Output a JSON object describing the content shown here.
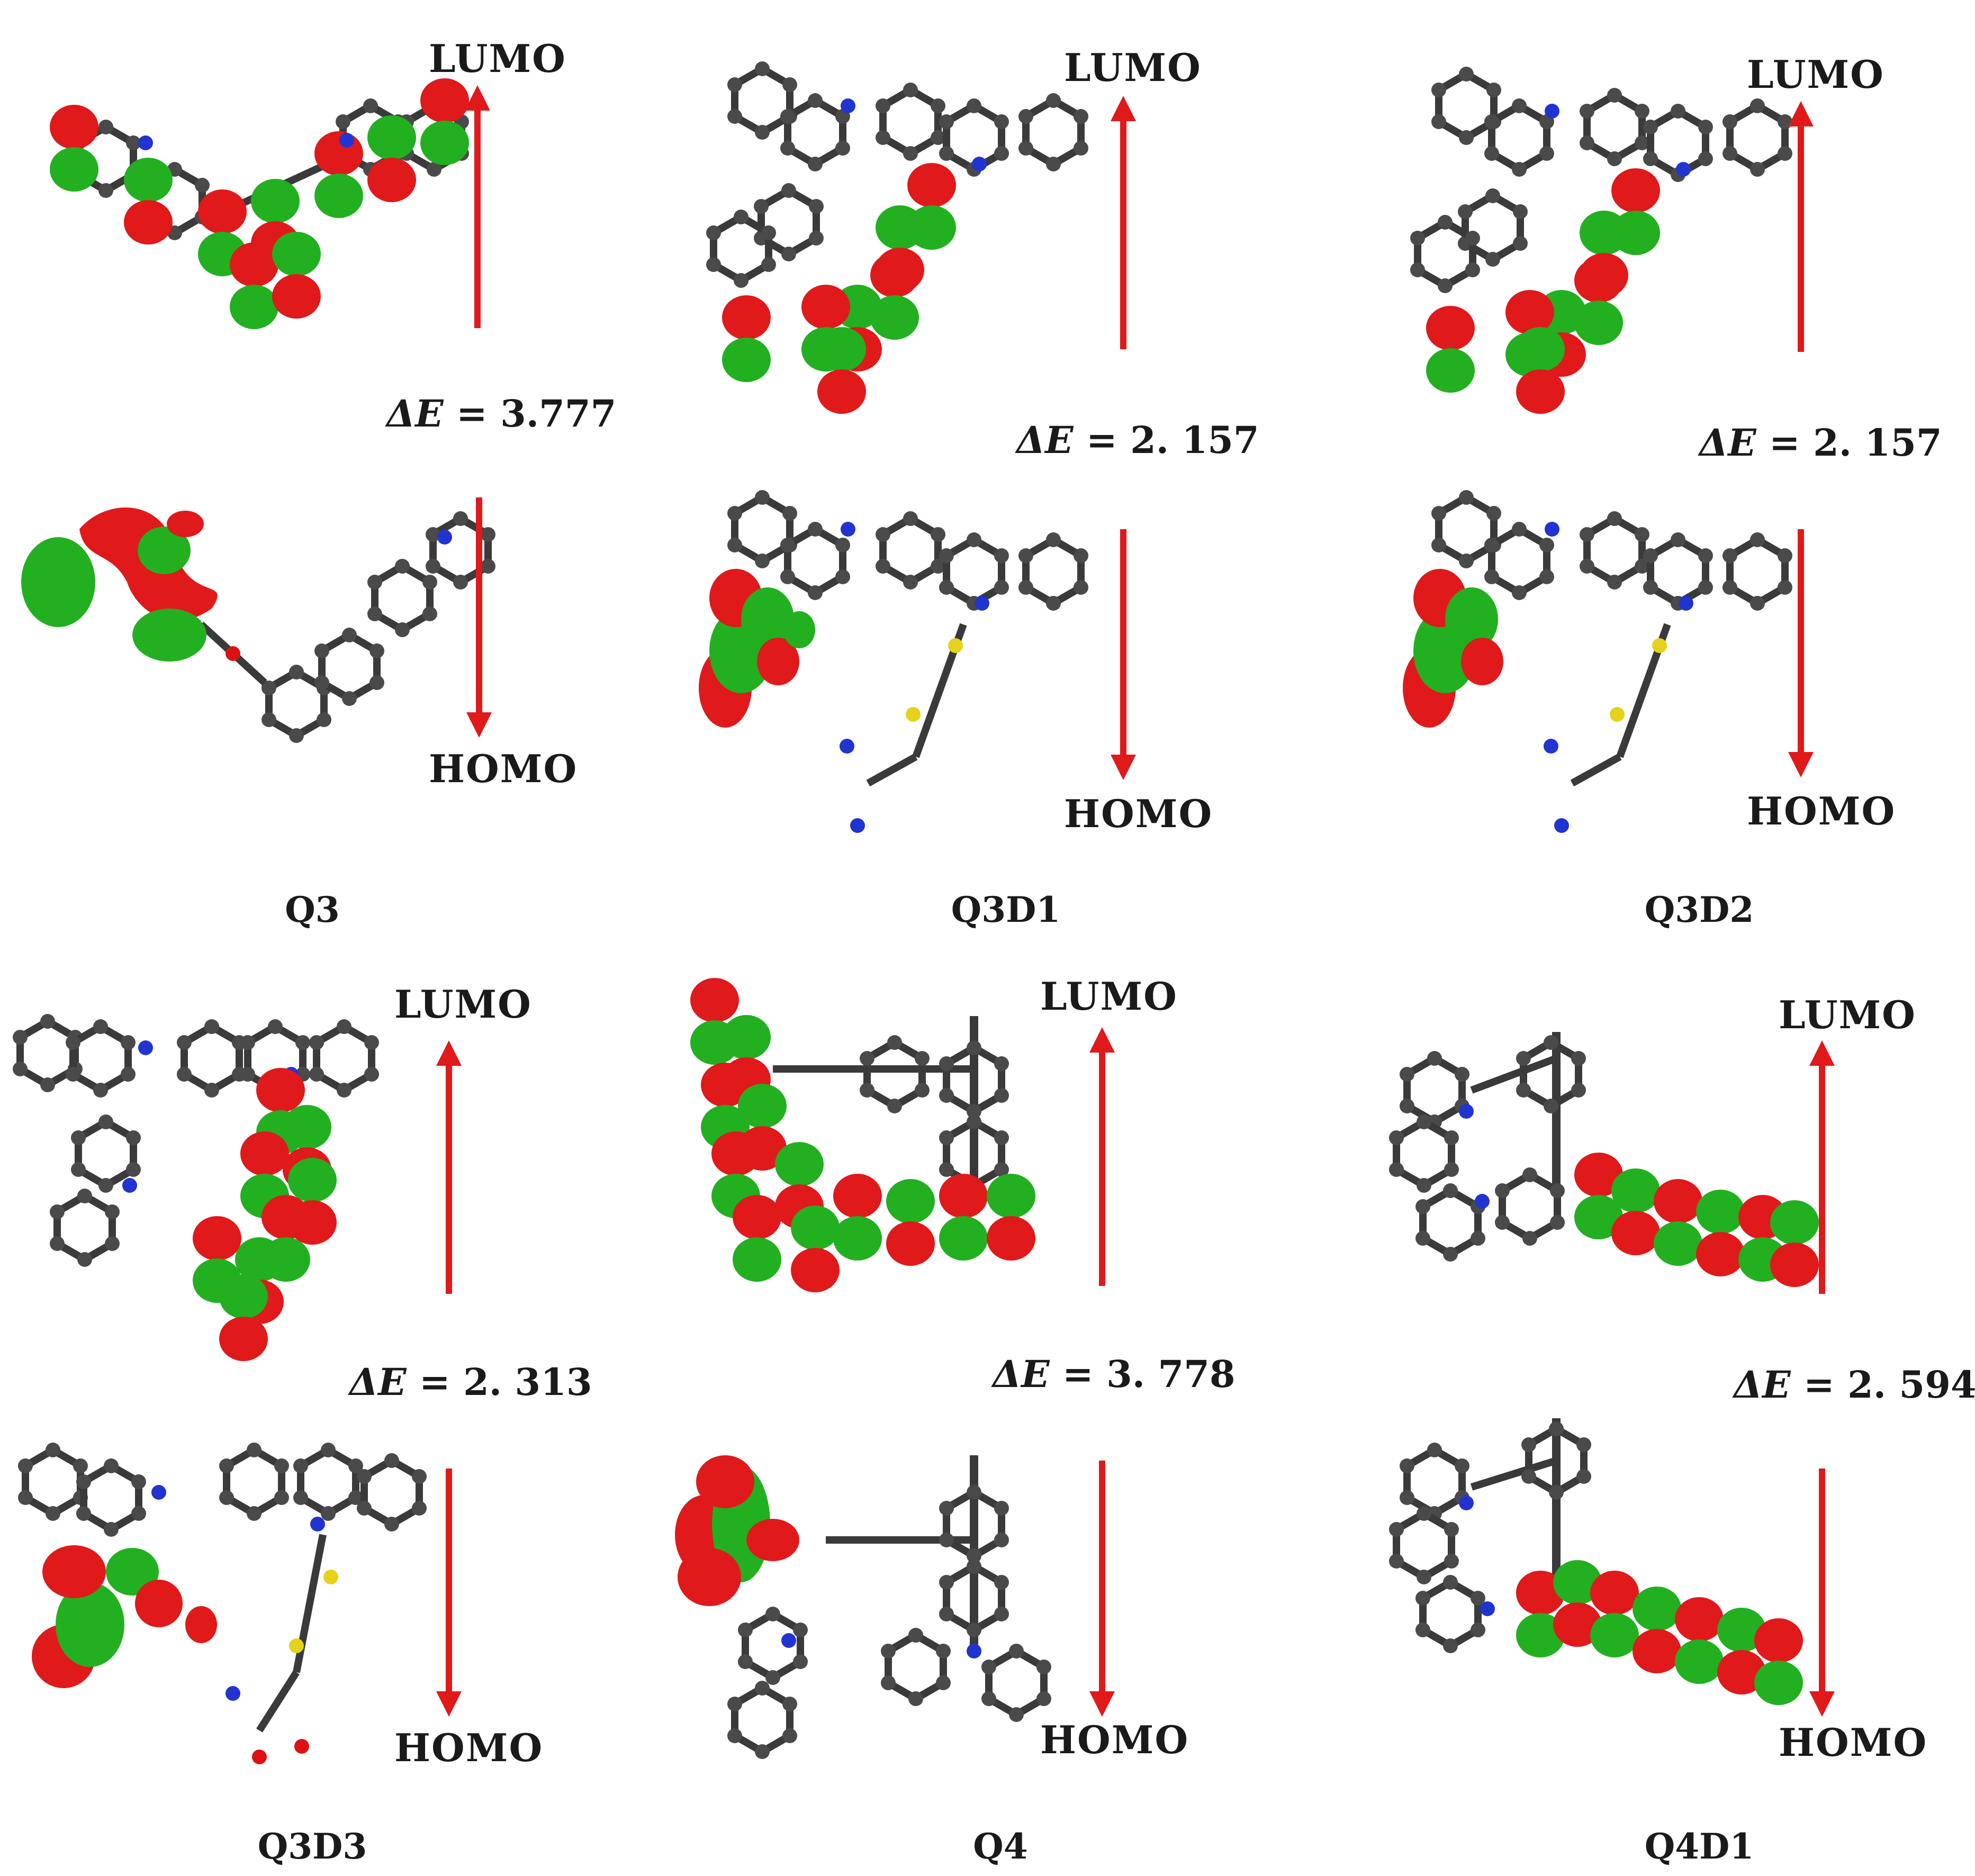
{
  "colors": {
    "arrow": "#e0191b",
    "lobe_red": "#e0191b",
    "lobe_green": "#22b020",
    "carbon": "#4a4a4a",
    "nitrogen": "#2234d0",
    "sulfur": "#e6d21a",
    "oxygen": "#dd1111",
    "hydrogen": "#e0e0e0"
  },
  "panels": [
    {
      "name": "Q3",
      "lumo": "LUMO",
      "homo": "HOMO",
      "gap_prefix": "ΔE",
      "gap_eq": "=",
      "gap_value": "3.777",
      "caption": "Q3"
    },
    {
      "name": "Q3D1",
      "lumo": "LUMO",
      "homo": "HOMO",
      "gap_prefix": "ΔE",
      "gap_eq": "=",
      "gap_value": "2. 157",
      "caption": "Q3D1"
    },
    {
      "name": "Q3D2",
      "lumo": "LUMO",
      "homo": "HOMO",
      "gap_prefix": "ΔE",
      "gap_eq": "=",
      "gap_value": "2. 157",
      "caption": "Q3D2"
    },
    {
      "name": "Q3D3",
      "lumo": "LUMO",
      "homo": "HOMO",
      "gap_prefix": "ΔE",
      "gap_eq": "=",
      "gap_value": "2. 313",
      "caption": "Q3D3"
    },
    {
      "name": "Q4",
      "lumo": "LUMO",
      "homo": "HOMO",
      "gap_prefix": "ΔE",
      "gap_eq": "=",
      "gap_value": "3. 778",
      "caption": "Q4"
    },
    {
      "name": "Q4D1",
      "lumo": "LUMO",
      "homo": "HOMO",
      "gap_prefix": "ΔE",
      "gap_eq": "=",
      "gap_value": "2. 594",
      "caption": "Q4D1"
    }
  ]
}
